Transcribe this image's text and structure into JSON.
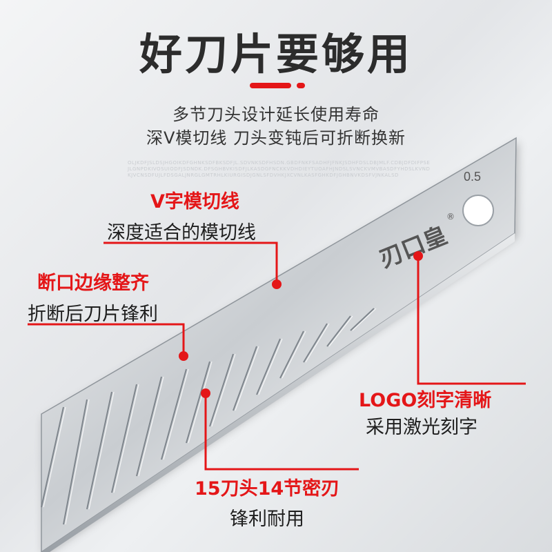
{
  "headline": "好刀片要够用",
  "subtitle_line1": "多节刀头设计延长使用寿命",
  "subtitle_line2": "深V模切线 刀头变钝后可折断换新",
  "faint_text": "OLJKDFJSLDSJHGOIKDFGHNKSDFBKSDFJL.SDVNKSDFHSDN.GBDFNKFSADHFJFNKJSDHFDSLDBJMLF.CDBJDFDIFPSEJLGNPDKIVOSUIODFJSDNDK.DFSGHBVKISDFJLKASDGFNCKKVDHDIEYTUOAFHJNDSLSVNCKVMVBASDFYHDSLKVNDKJVCNSDFUJLFDSGALJNRGLGMTRHLKIURGISDJGNLSFDVHKJXCVNLKASFGHKDFJGHBNVKDSFVJNKALSD",
  "colors": {
    "accent": "#e41618",
    "headline": "#2c2c2c"
  },
  "blade": {
    "thickness_label": "0.5",
    "brand_engraving": "刃口皇",
    "registered_mark": "®",
    "segments": 14
  },
  "callouts": [
    {
      "id": "v-groove",
      "title": "V字模切线",
      "desc": "深度适合的模切线"
    },
    {
      "id": "break-edge",
      "title": "断口边缘整齐",
      "desc": "折断后刀片锋利"
    },
    {
      "id": "logo",
      "title": "LOGO刻字清晰",
      "desc": "采用激光刻字"
    },
    {
      "id": "segments",
      "title": "15刀头14节密刃",
      "desc": "锋利耐用"
    }
  ]
}
